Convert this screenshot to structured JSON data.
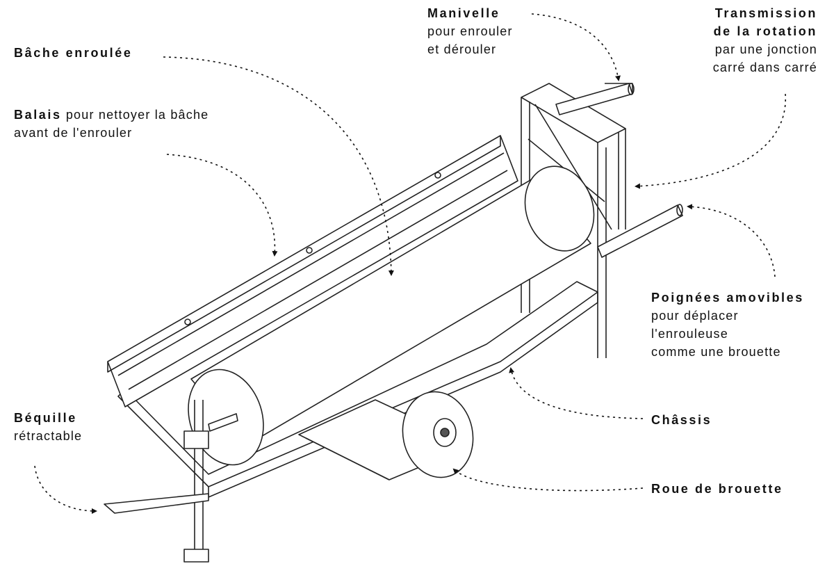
{
  "labels": {
    "manivelle": {
      "title": "Manivelle",
      "lines": [
        "pour enrouler",
        "et dérouler"
      ]
    },
    "transmission": {
      "title_lines": [
        "Transmission",
        "de la rotation"
      ],
      "lines": [
        "par une jonction",
        "carré dans carré"
      ]
    },
    "bache": {
      "title": "Bâche enroulée"
    },
    "balais": {
      "title": "Balais",
      "rest": " pour nettoyer la bâche",
      "lines": [
        "avant de l'enrouler"
      ]
    },
    "poignees": {
      "title": "Poignées amovibles",
      "lines": [
        "pour déplacer",
        "l'enrouleuse",
        "comme une brouette"
      ]
    },
    "chassis": {
      "title": "Châssis"
    },
    "bequille": {
      "title": "Béquille",
      "lines": [
        "rétractable"
      ]
    },
    "roue": {
      "title": "Roue de brouette"
    }
  },
  "colors": {
    "ink": "#111111",
    "background": "#ffffff"
  }
}
